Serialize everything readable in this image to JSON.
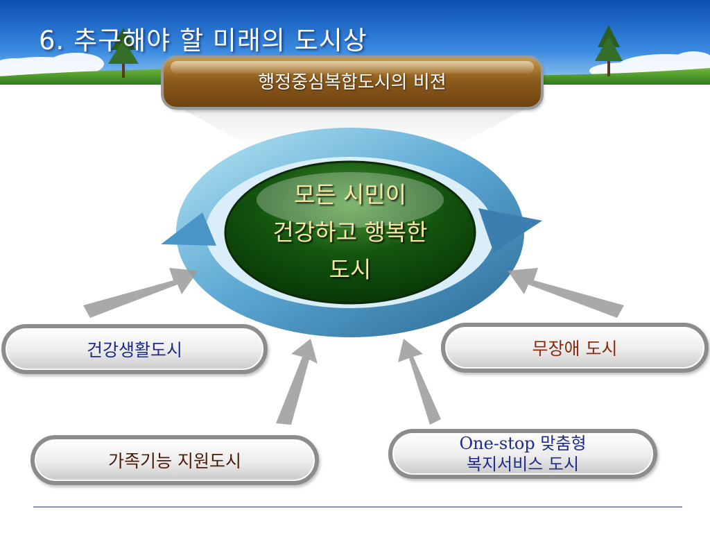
{
  "title": "6. 추구해야 할 미래의 도시상",
  "vision_banner": "행정중심복합도시의 비젼",
  "center": {
    "line1": "모든 시민이",
    "line2": "건강하고 행복한",
    "line3": "도시"
  },
  "pillars": {
    "health": "건강생활도시",
    "barrier_free": "무장애 도시",
    "family": "가족기능 지원도시",
    "onestop_line1": "One-stop 맞춤형",
    "onestop_line2": "복지서비스 도시"
  },
  "colors": {
    "sky": "#1d6fd1",
    "grass": "#3f8a2a",
    "vision_banner": "#8c5a1c",
    "center_fill": "#0c4a0a",
    "center_text": "#f7e7a3",
    "ring": "#5fb1d8",
    "label_blue": "#1e2a8c",
    "label_brown": "#8a2c0a",
    "pill_border": "#8c8c8c"
  }
}
